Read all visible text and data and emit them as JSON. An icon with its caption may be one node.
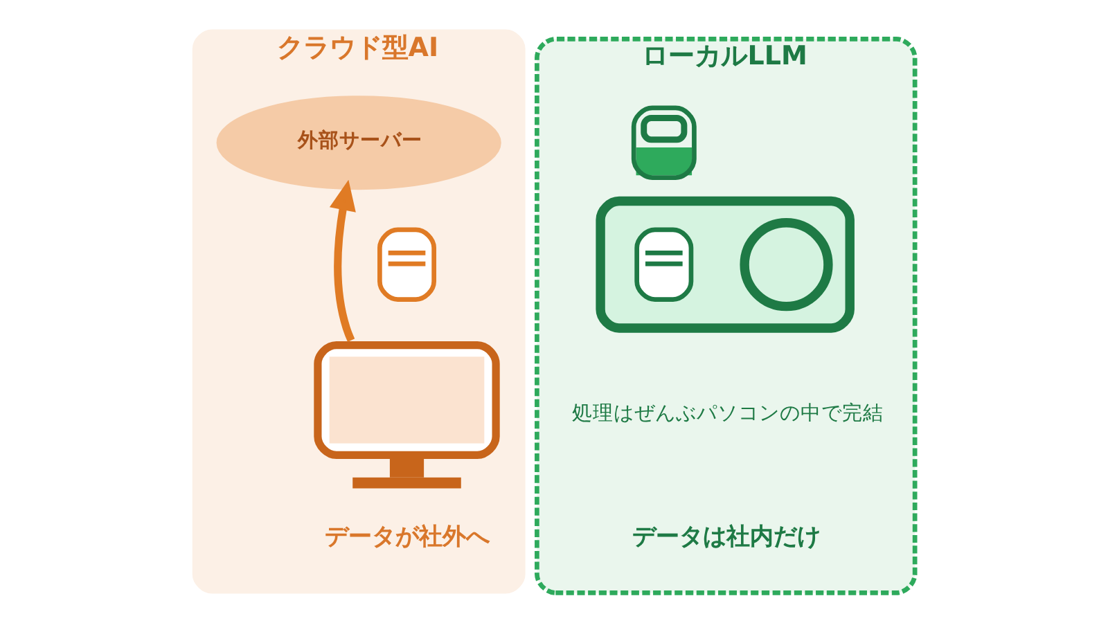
{
  "diagram": {
    "nodes": [
      {
        "text": [
          "クラウド型AI",
          "データが社外へ"
        ]
      },
      {
        "text": [
          "外部サーバー"
        ],
        "in": 0
      },
      {
        "text": [],
        "shape": "document",
        "in": 0
      },
      {
        "text": [],
        "shape": "monitor",
        "in": 0
      },
      {
        "text": [
          "ローカルLLM",
          "データは社内だけ"
        ]
      },
      {
        "text": [],
        "shape": "lock",
        "in": 4
      },
      {
        "text": [],
        "shape": "monitor",
        "in": 4,
        "beside": [
          "処理はぜんぶパソコンの中で完結"
        ]
      },
      {
        "text": [],
        "shape": "cycle",
        "in": 6
      },
      {
        "text": [],
        "shape": "document",
        "in": 6
      }
    ],
    "edges": [
      {
        "from": 3,
        "to": 1,
        "arrow": "to"
      }
    ]
  }
}
